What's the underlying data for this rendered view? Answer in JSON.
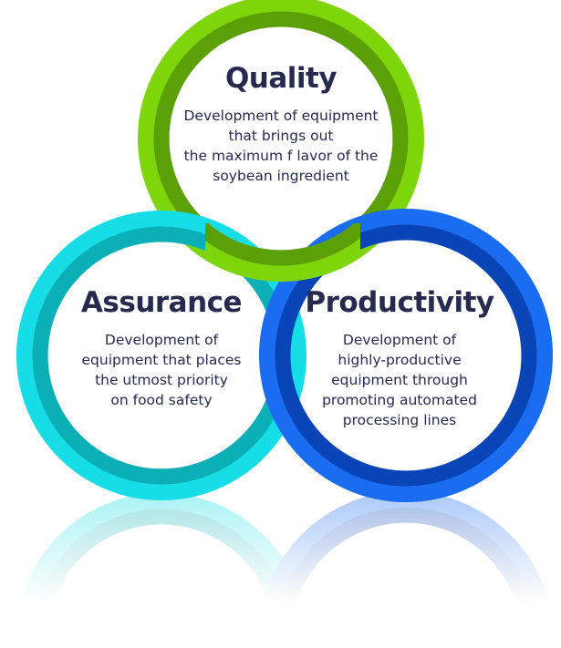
{
  "circles": [
    {
      "title": "Quality",
      "lines": [
        "Development of equipment",
        "that brings out",
        "the maximum f lavor of the",
        "soybean ingredient"
      ]
    },
    {
      "title": "Assurance",
      "lines": [
        "Development of",
        "equipment that places",
        "the utmost priority",
        "on food safety"
      ]
    },
    {
      "title": "Productivity",
      "lines": [
        "Development of",
        "highly-productive",
        "equipment through",
        "promoting automated",
        "processing lines"
      ]
    }
  ],
  "colors": {
    "text": "#262a4e",
    "green_outer": "#7ed60a",
    "green_inner": "#5aa006",
    "cyan_outer": "#17dde6",
    "cyan_inner": "#0bb0b6",
    "blue_outer": "#1a6cf0",
    "blue_inner": "#0a45b8"
  }
}
